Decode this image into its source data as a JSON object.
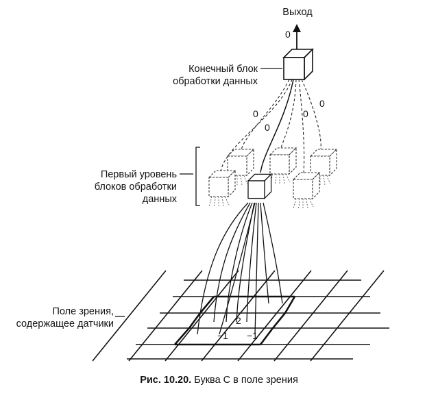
{
  "labels": {
    "output": "Выход",
    "final_block": [
      "Конечный блок",
      "обработки данных"
    ],
    "first_level": [
      "Первый уровень",
      "блоков обработки",
      "данных"
    ],
    "field": [
      "Поле зрения,",
      "содержащее датчики"
    ]
  },
  "weights": {
    "output": "0",
    "connections": [
      "0",
      "0",
      "0",
      "0"
    ],
    "cell_center": "2",
    "cell_left": "−1",
    "cell_right": "−1"
  },
  "caption": {
    "number": "Рис. 10.20.",
    "text": "Буква С в поле зрения"
  }
}
